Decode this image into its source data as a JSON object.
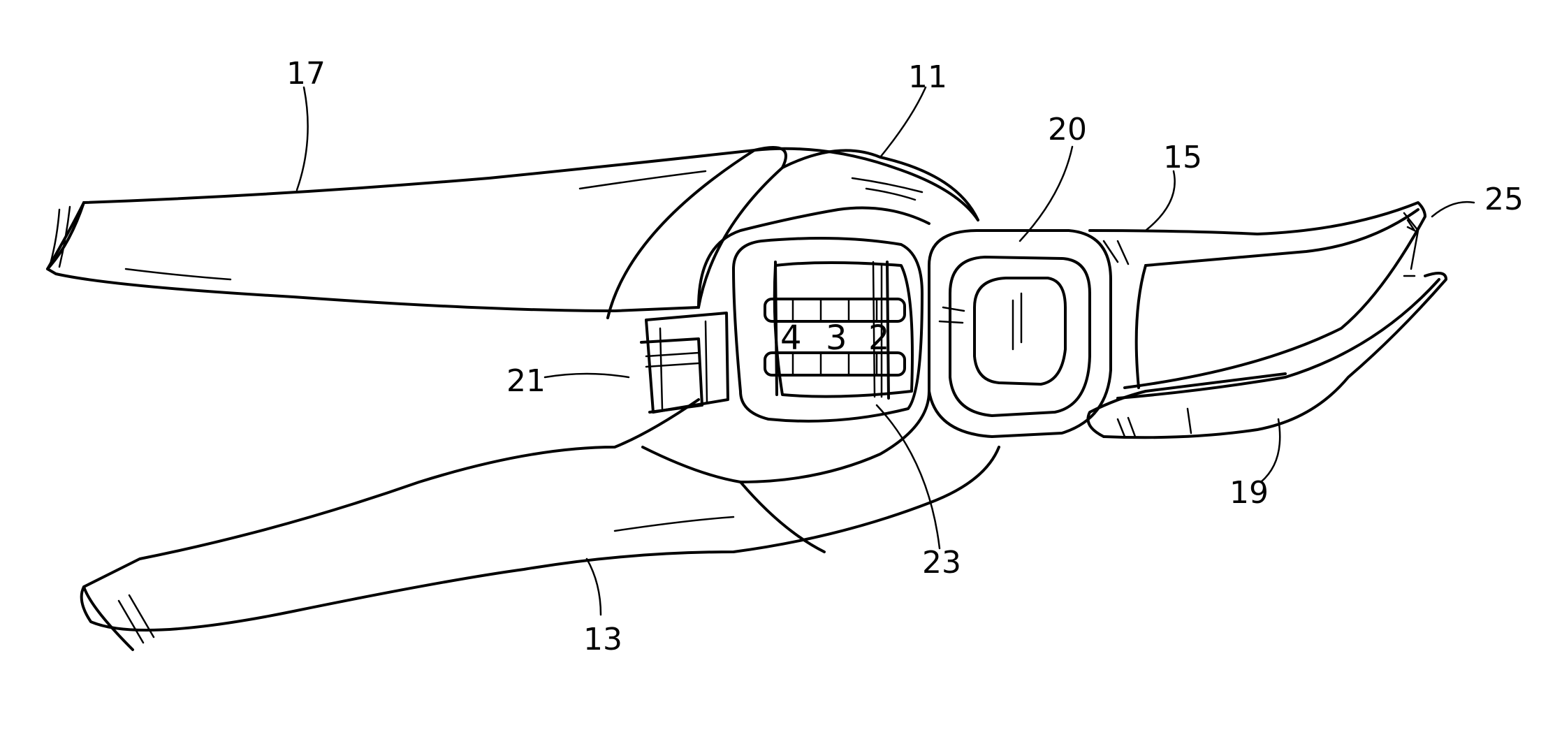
{
  "figure": {
    "reference_numerals": {
      "body": "11",
      "lower_handle": "13",
      "upper_blade": "15",
      "upper_handle": "17",
      "lower_jaw": "19",
      "pivot_knob": "20",
      "latch": "21",
      "adjuster": "23",
      "jaw_opening": "25"
    },
    "scale_numbers": [
      "4",
      "3",
      "2"
    ]
  }
}
